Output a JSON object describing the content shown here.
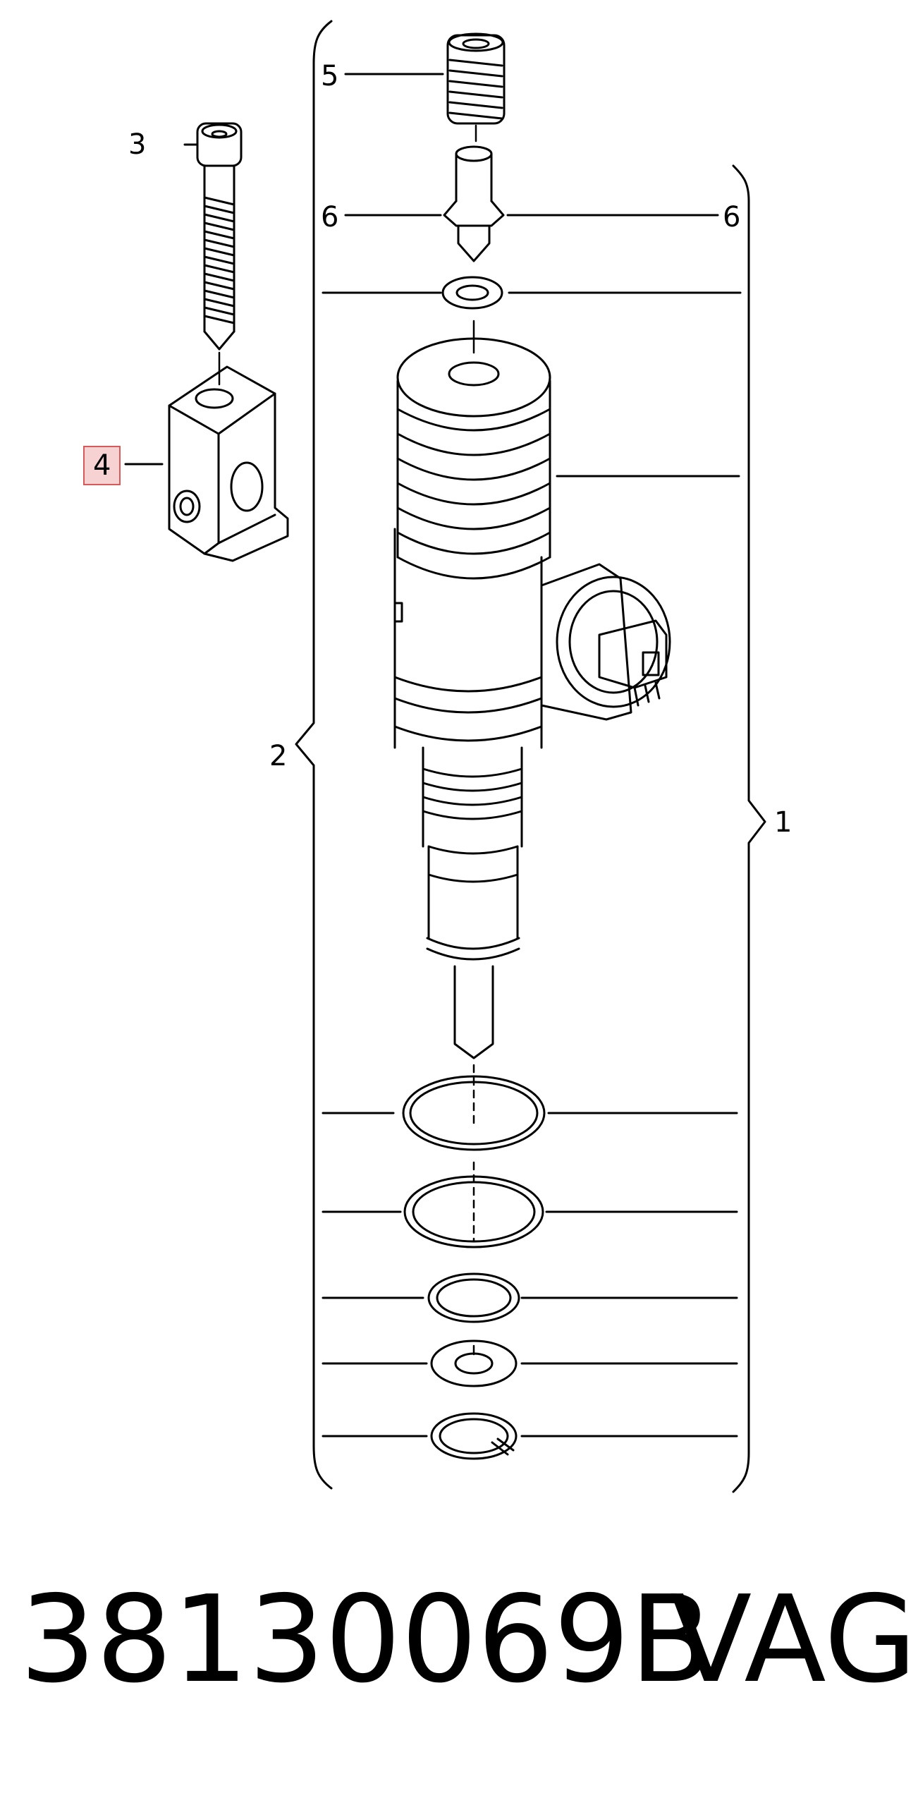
{
  "callouts": {
    "c1": "1",
    "c2": "2",
    "c3": "3",
    "c4": "4",
    "c5": "5",
    "c6_left": "6",
    "c6_right": "6"
  },
  "highlighted_callout": "4",
  "footer": {
    "part_number": "38130069B",
    "brand": "VAG"
  },
  "colors": {
    "line": "#000000",
    "highlight_fill": "#f7d2d2",
    "highlight_border": "#d65a5a"
  }
}
